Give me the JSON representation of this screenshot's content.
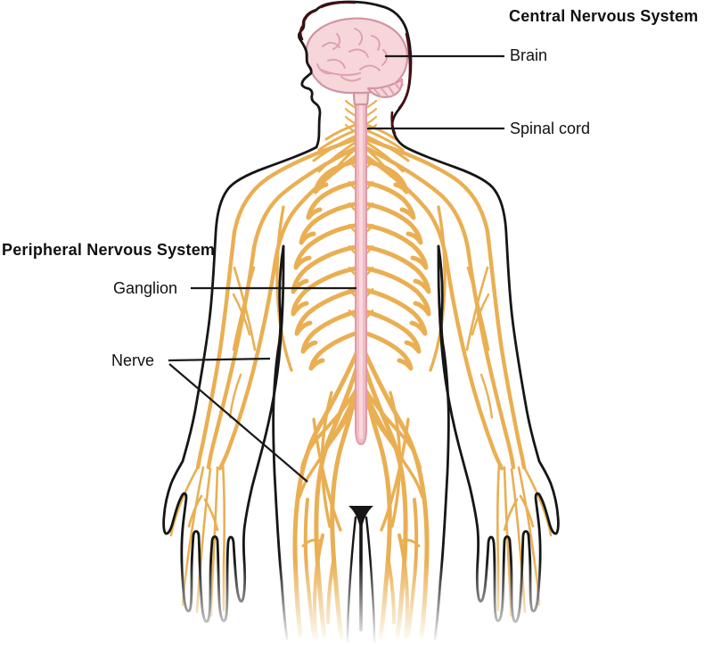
{
  "labels": {
    "cns_title": "Central Nervous System",
    "brain": "Brain",
    "spinal_cord": "Spinal cord",
    "pns_title": "Peripheral Nervous System",
    "ganglion": "Ganglion",
    "nerve": "Nerve"
  },
  "colors": {
    "nerve": "#E9AF52",
    "outline": "#161616",
    "hair": "#4A0E12",
    "cord_fill": "#F2BCC5",
    "cord_stroke": "#E09AA7",
    "cord_highlight": "#F8D9DD",
    "brain_fill": "#F6D6DA",
    "brain_stroke": "#D293A0",
    "brain_gyri": "#DFA2AC",
    "leader": "#1A1A1A",
    "background": "#FFFFFF"
  }
}
